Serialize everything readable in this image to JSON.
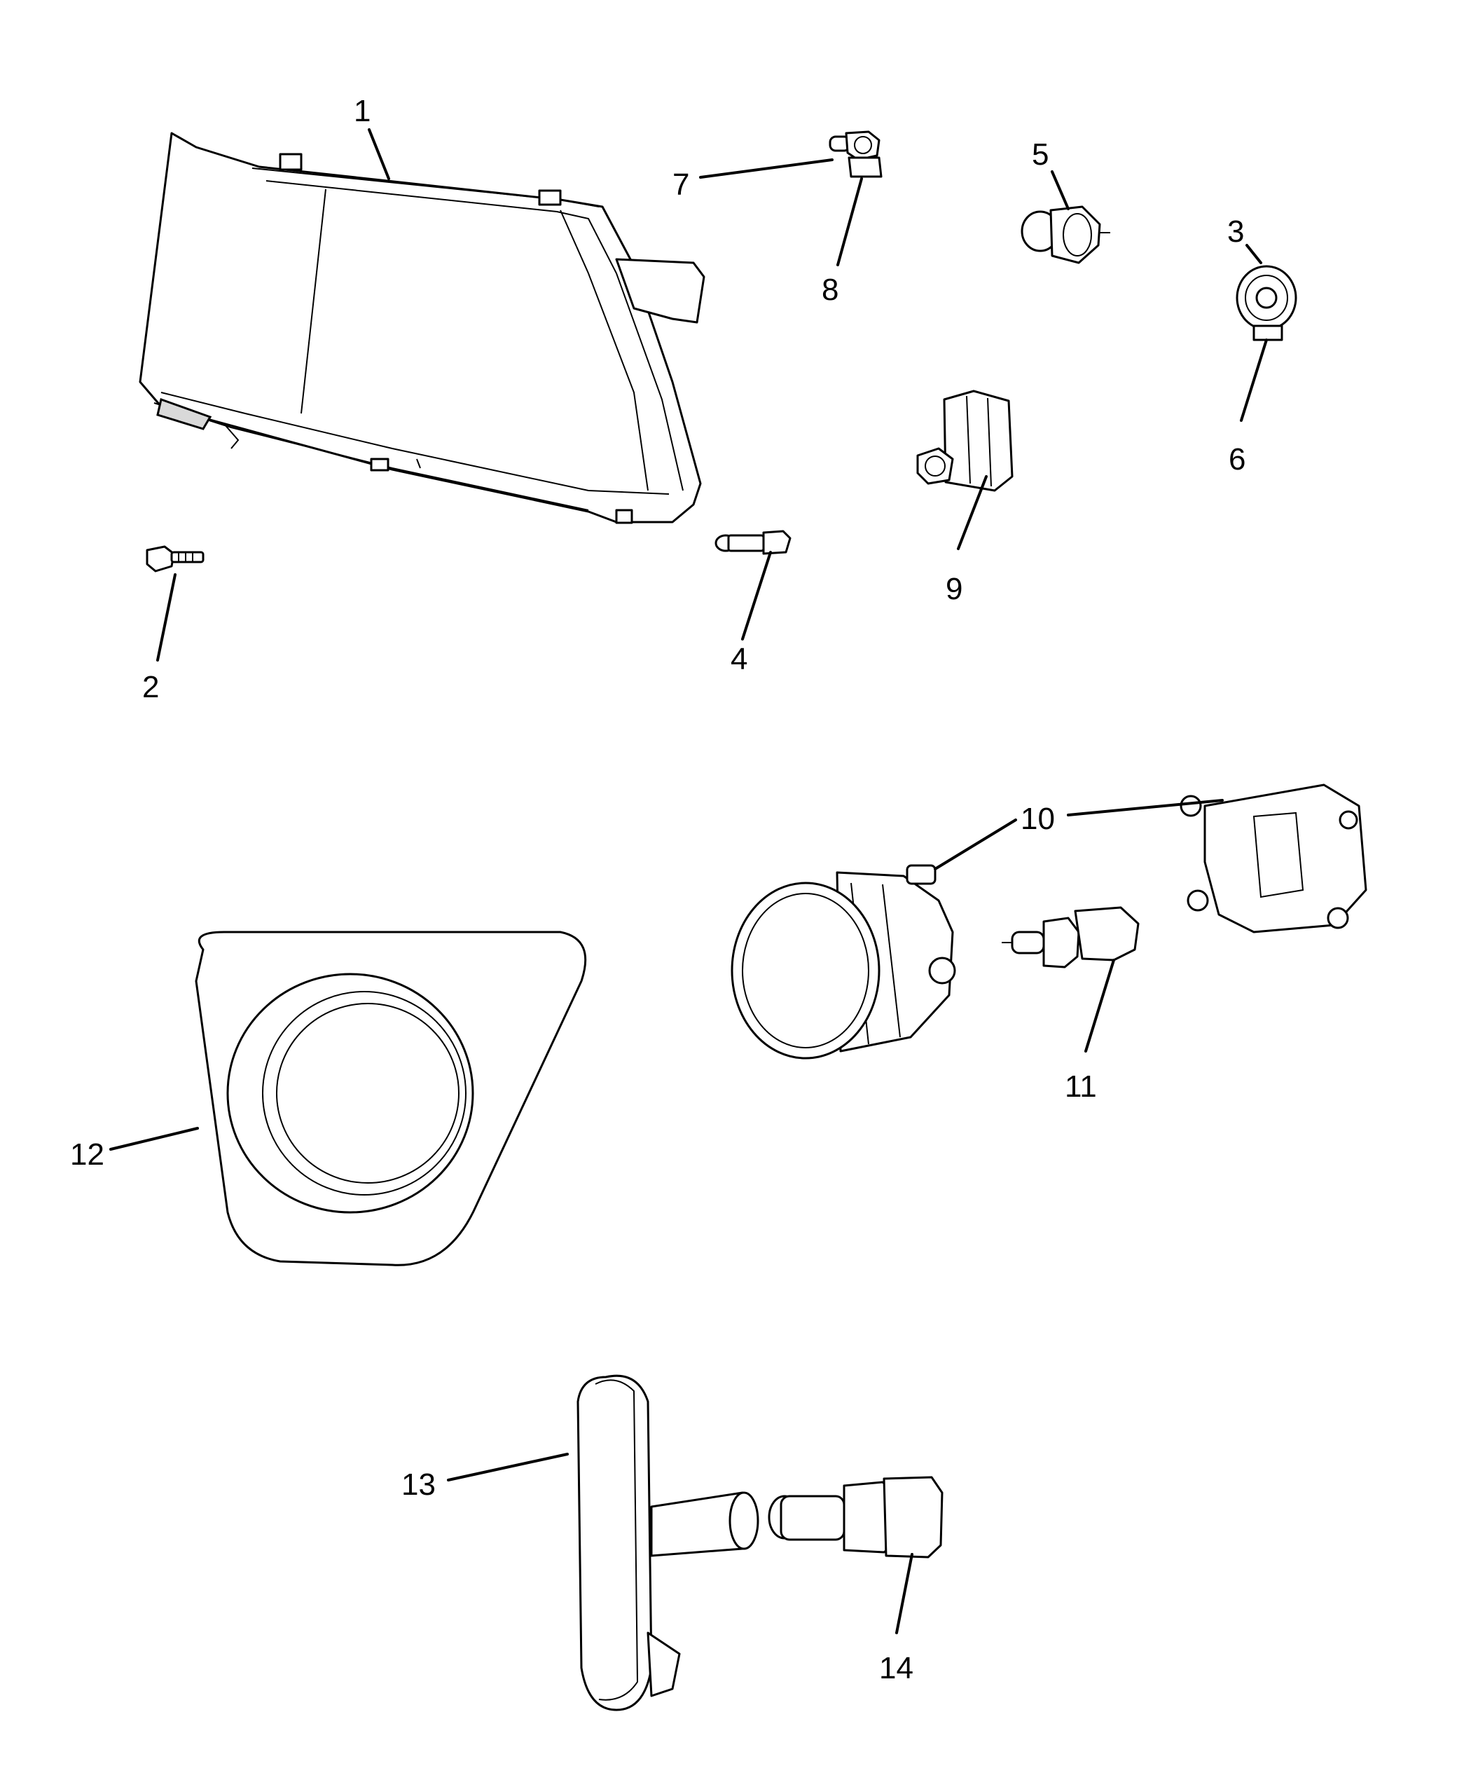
{
  "background": "#ffffff",
  "line_color": "#000000",
  "callouts": [
    {
      "id": "1",
      "label": "1"
    },
    {
      "id": "2",
      "label": "2"
    },
    {
      "id": "3",
      "label": "3"
    },
    {
      "id": "4",
      "label": "4"
    },
    {
      "id": "5",
      "label": "5"
    },
    {
      "id": "6",
      "label": "6"
    },
    {
      "id": "7",
      "label": "7"
    },
    {
      "id": "8",
      "label": "8"
    },
    {
      "id": "9",
      "label": "9"
    },
    {
      "id": "10",
      "label": "10"
    },
    {
      "id": "11",
      "label": "11"
    },
    {
      "id": "12",
      "label": "12"
    },
    {
      "id": "13",
      "label": "13"
    },
    {
      "id": "14",
      "label": "14"
    }
  ]
}
